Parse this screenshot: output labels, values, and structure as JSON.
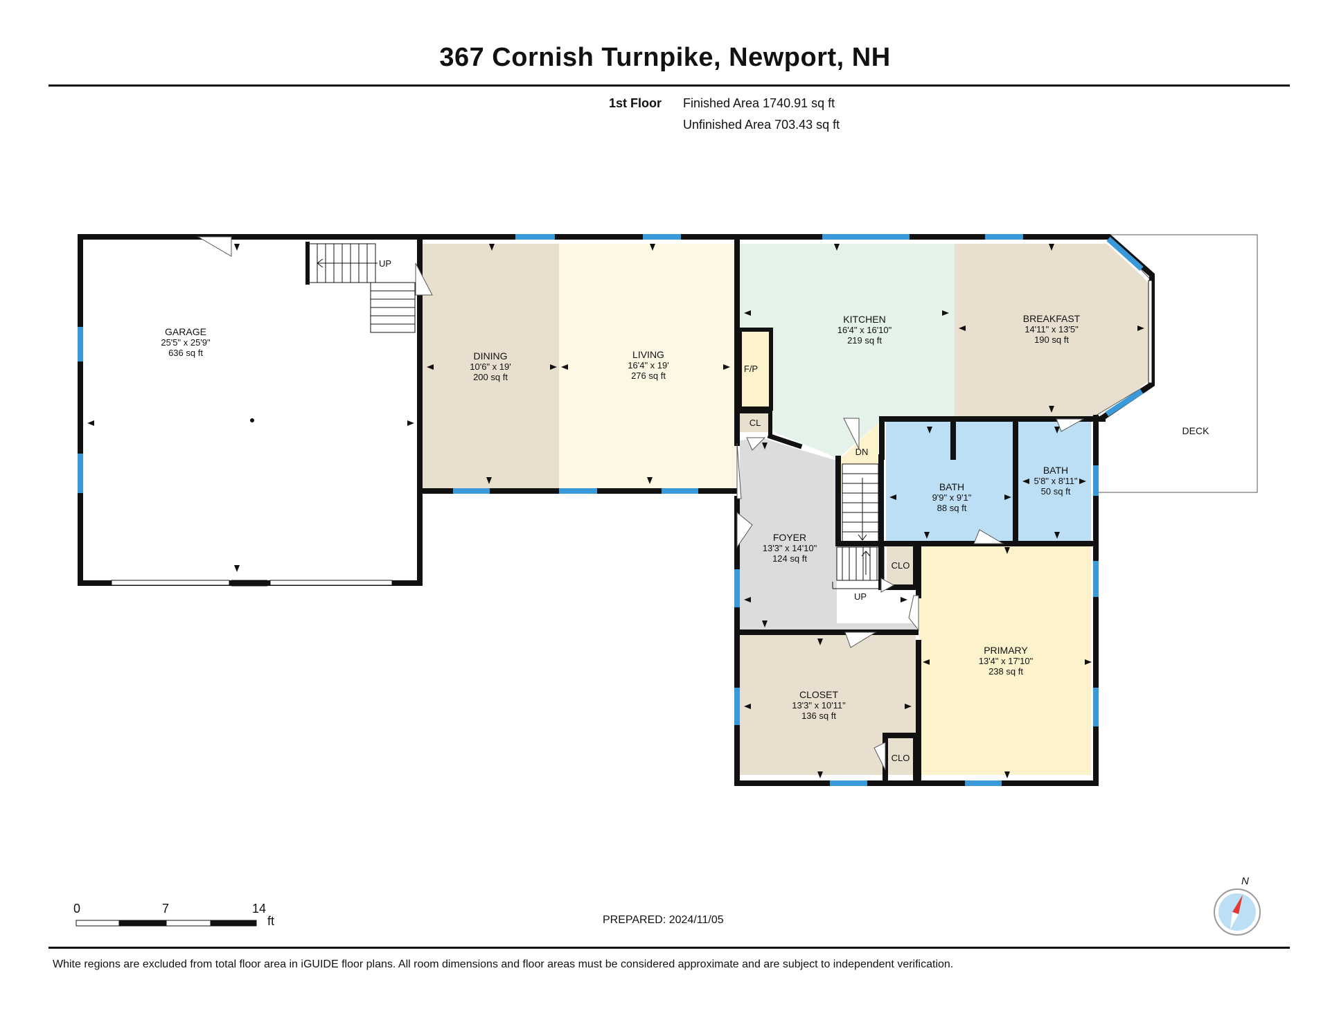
{
  "title": "367 Cornish Turnpike, Newport, NH",
  "floor": {
    "label": "1st Floor",
    "finished_area": "Finished Area 1740.91 sq ft",
    "unfinished_area": "Unfinished Area 703.43 sq ft"
  },
  "rooms": {
    "garage": {
      "name": "GARAGE",
      "dims": "25'5\" x 25'9\"",
      "area": "636 sq ft"
    },
    "dining": {
      "name": "DINING",
      "dims": "10'6\" x 19'",
      "area": "200 sq ft"
    },
    "living": {
      "name": "LIVING",
      "dims": "16'4\" x 19'",
      "area": "276 sq ft"
    },
    "kitchen": {
      "name": "KITCHEN",
      "dims": "16'4\" x 16'10\"",
      "area": "219 sq ft"
    },
    "breakfast": {
      "name": "BREAKFAST",
      "dims": "14'11\" x 13'5\"",
      "area": "190 sq ft"
    },
    "bath1": {
      "name": "BATH",
      "dims": "9'9\" x 9'1\"",
      "area": "88 sq ft"
    },
    "bath2": {
      "name": "BATH",
      "dims": "5'8\" x 8'11\"",
      "area": "50 sq ft"
    },
    "foyer": {
      "name": "FOYER",
      "dims": "13'3\" x 14'10\"",
      "area": "124 sq ft"
    },
    "closet": {
      "name": "CLOSET",
      "dims": "13'3\" x 10'11\"",
      "area": "136 sq ft"
    },
    "primary": {
      "name": "PRIMARY",
      "dims": "13'4\" x 17'10\"",
      "area": "238 sq ft"
    },
    "deck": {
      "name": "DECK"
    }
  },
  "small_labels": {
    "fp": "F/P",
    "cl": "CL",
    "clo_upper": "CLO",
    "clo_lower": "CLO",
    "up_garage": "UP",
    "up_foyer": "UP",
    "dn": "DN"
  },
  "scale": {
    "ticks": [
      "0",
      "7",
      "14"
    ],
    "unit": "ft"
  },
  "compass_label": "N",
  "prepared": "PREPARED: 2024/11/05",
  "footer": "White regions are excluded from total floor area in iGUIDE floor plans. All room dimensions and floor areas must be considered approximate and are subject to independent verification.",
  "colors": {
    "wall": "#111111",
    "window": "#3a9ad9",
    "dining": "#e8dfcf",
    "living": "#fcf8e4",
    "kitchen": "#e5f2ea",
    "breakfast": "#e8dfcf",
    "bath": "#bddff5",
    "foyer": "#dcdcdc",
    "closet": "#e8dfcf",
    "primary": "#fcf2cc",
    "fireplace": "#fcf2cc"
  }
}
